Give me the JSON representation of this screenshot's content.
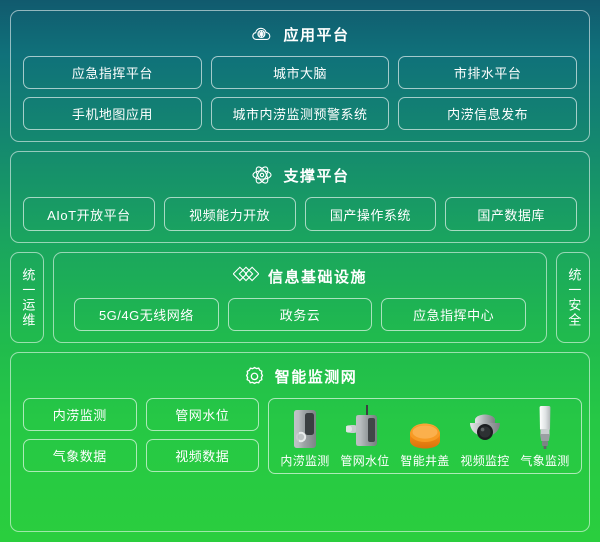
{
  "colors": {
    "bg_top": "#115a6e",
    "bg_bottom": "#2ace3e",
    "text": "#ffffff",
    "border": "rgba(255,255,255,0.6)",
    "manhole_orange": "#f08519",
    "device_gray": "#9aa0a3"
  },
  "layers": [
    {
      "key": "application_platform",
      "title": "应用平台",
      "icon": "cloud-network-icon",
      "rows": [
        [
          "应急指挥平台",
          "城市大脑",
          "市排水平台"
        ],
        [
          "手机地图应用",
          "城市内涝监测预警系统",
          "内涝信息发布"
        ]
      ]
    },
    {
      "key": "support_platform",
      "title": "支撑平台",
      "icon": "atom-icon",
      "rows": [
        [
          "AIoT开放平台",
          "视频能力开放",
          "国产操作系统",
          "国产数据库"
        ]
      ]
    },
    {
      "key": "information_infrastructure",
      "title": "信息基础设施",
      "icon": "diamonds-icon",
      "rows": [
        [
          "5G/4G无线网络",
          "政务云",
          "应急指挥中心"
        ]
      ]
    },
    {
      "key": "smart_monitoring_network",
      "title": "智能监测网",
      "icon": "gear-icon",
      "rows": [
        [
          "内涝监测",
          "管网水位"
        ],
        [
          "气象数据",
          "视频数据"
        ]
      ]
    }
  ],
  "side_rails": {
    "left": {
      "label": "统一运维",
      "name": "unified-operations-rail"
    },
    "right": {
      "label": "统一安全",
      "name": "unified-security-rail"
    }
  },
  "devices": [
    {
      "name": "waterlogging-monitor-device",
      "label": "内涝监测",
      "art": "gray-box-sensor"
    },
    {
      "name": "pipe-water-level-device",
      "label": "管网水位",
      "art": "gray-box-probe-antenna"
    },
    {
      "name": "smart-manhole-cover-device",
      "label": "智能井盖",
      "art": "orange-dome"
    },
    {
      "name": "video-surveillance-device",
      "label": "视频监控",
      "art": "dome-camera"
    },
    {
      "name": "weather-monitor-device",
      "label": "气象监测",
      "art": "white-weather-sensor"
    }
  ]
}
